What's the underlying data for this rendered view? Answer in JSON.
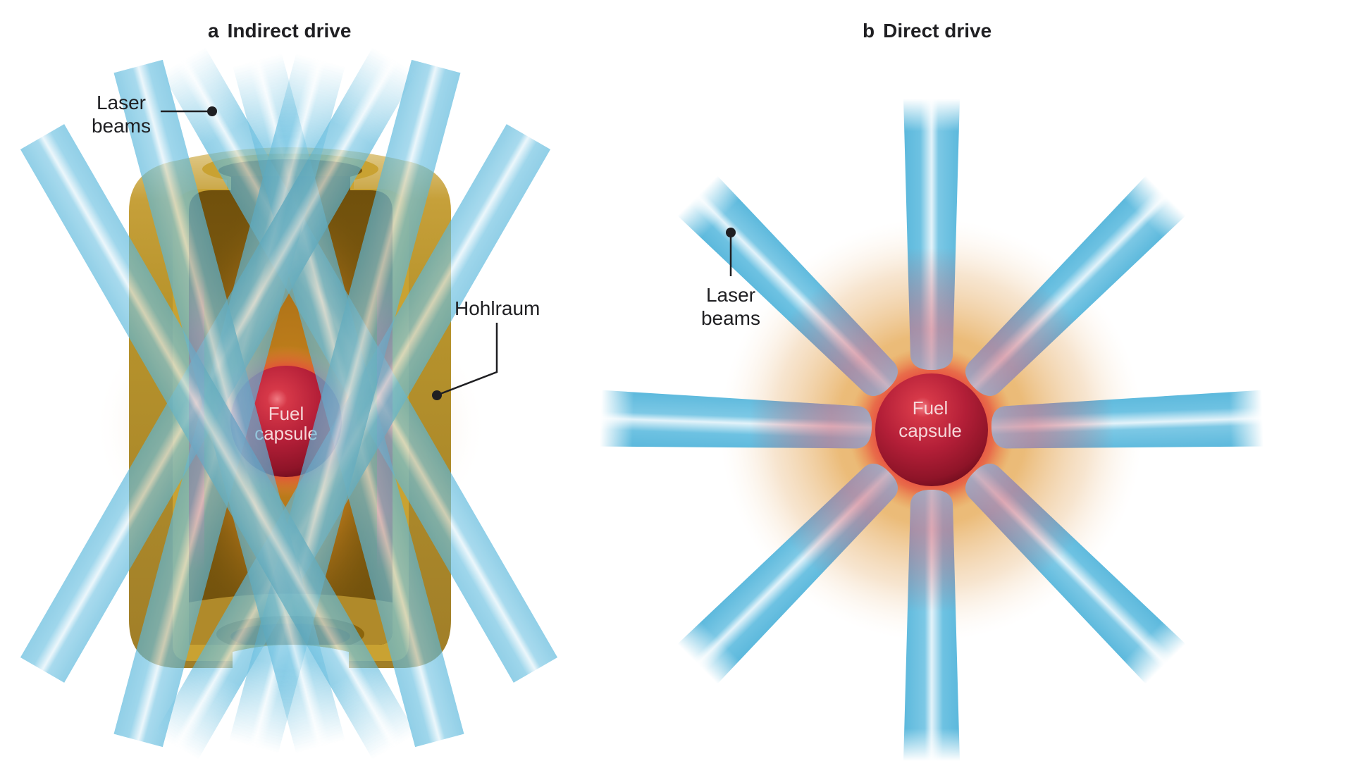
{
  "panels": {
    "a": {
      "letter": "a",
      "title": "Indirect drive",
      "labels": {
        "laser_line1": "Laser",
        "laser_line2": "beams",
        "hohlraum": "Hohlraum",
        "capsule_line1": "Fuel",
        "capsule_line2": "capsule"
      }
    },
    "b": {
      "letter": "b",
      "title": "Direct drive",
      "labels": {
        "laser_line1": "Laser",
        "laser_line2": "beams",
        "capsule_line1": "Fuel",
        "capsule_line2": "capsule"
      },
      "beam_count": 8
    }
  },
  "colors": {
    "beam_blue": "#5bb8dc",
    "beam_highlight": "#e6f4fa",
    "capsule_red": "#b8213a",
    "capsule_glow": "#e8383c",
    "hohlraum_gold": "#b18f2c",
    "hohlraum_rim": "#c9a232",
    "hohlraum_inner": "#73520c",
    "halo_orange": "#e9b46a",
    "text": "#1f1f22"
  }
}
